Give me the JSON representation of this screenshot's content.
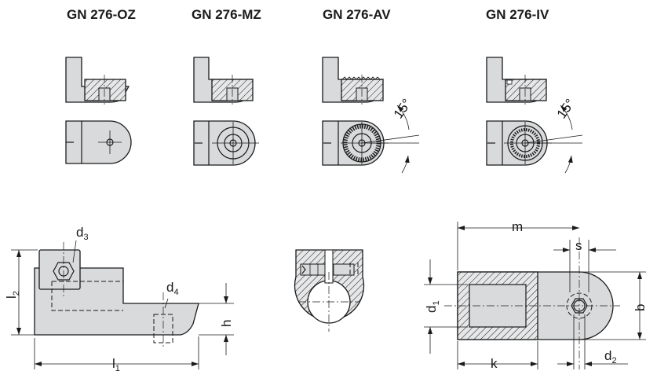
{
  "variants": [
    {
      "label": "GN 276-OZ"
    },
    {
      "label": "GN 276-MZ"
    },
    {
      "label": "GN 276-AV"
    },
    {
      "label": "GN 276-IV"
    }
  ],
  "angle_labels": [
    "15°",
    "15°"
  ],
  "dimensions": {
    "d3": {
      "main": "d",
      "sub": "3"
    },
    "d4": {
      "main": "d",
      "sub": "4"
    },
    "l2": {
      "main": "l",
      "sub": "2"
    },
    "l1": {
      "main": "l",
      "sub": "1"
    },
    "h": "h",
    "m": "m",
    "s": "s",
    "d1": {
      "main": "d",
      "sub": "1"
    },
    "b": "b",
    "k": "k",
    "d2": {
      "main": "d",
      "sub": "2"
    }
  }
}
